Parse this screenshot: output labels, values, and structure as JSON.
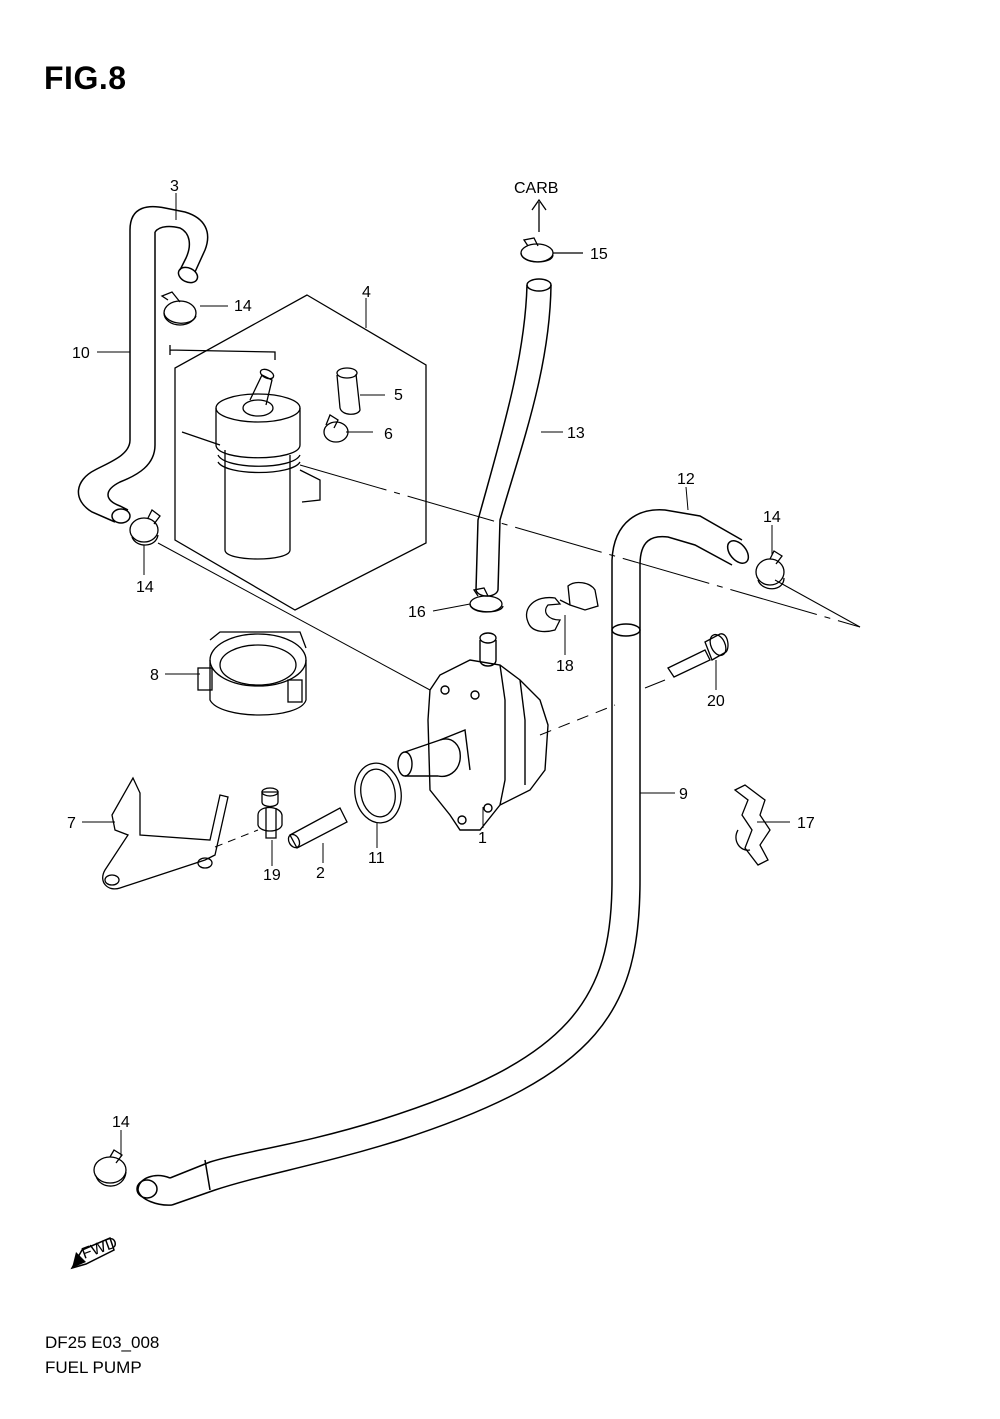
{
  "figure": {
    "title": "FIG.8"
  },
  "footer": {
    "code": "DF25 E03_008",
    "name": "FUEL PUMP"
  },
  "direction": {
    "carb": "CARB",
    "fwd": "FWD"
  },
  "callouts": [
    "1",
    "2",
    "3",
    "4",
    "5",
    "6",
    "7",
    "8",
    "9",
    "10",
    "11",
    "12",
    "13",
    "14",
    "15",
    "16",
    "17",
    "18",
    "19",
    "20"
  ],
  "parts": [
    {
      "ref": "1",
      "part": "fuel-pump"
    },
    {
      "ref": "2",
      "part": "pin"
    },
    {
      "ref": "3",
      "part": "hose"
    },
    {
      "ref": "4",
      "part": "fuel-filter-assembly"
    },
    {
      "ref": "5",
      "part": "cap"
    },
    {
      "ref": "6",
      "part": "clip"
    },
    {
      "ref": "7",
      "part": "bracket"
    },
    {
      "ref": "8",
      "part": "filter-holder"
    },
    {
      "ref": "9",
      "part": "hose"
    },
    {
      "ref": "10",
      "part": "hose"
    },
    {
      "ref": "11",
      "part": "o-ring"
    },
    {
      "ref": "12",
      "part": "hose"
    },
    {
      "ref": "13",
      "part": "hose"
    },
    {
      "ref": "14",
      "part": "clip"
    },
    {
      "ref": "15",
      "part": "clip"
    },
    {
      "ref": "16",
      "part": "clip"
    },
    {
      "ref": "17",
      "part": "clamp"
    },
    {
      "ref": "18",
      "part": "clamp"
    },
    {
      "ref": "19",
      "part": "bolt"
    },
    {
      "ref": "20",
      "part": "bolt"
    }
  ]
}
